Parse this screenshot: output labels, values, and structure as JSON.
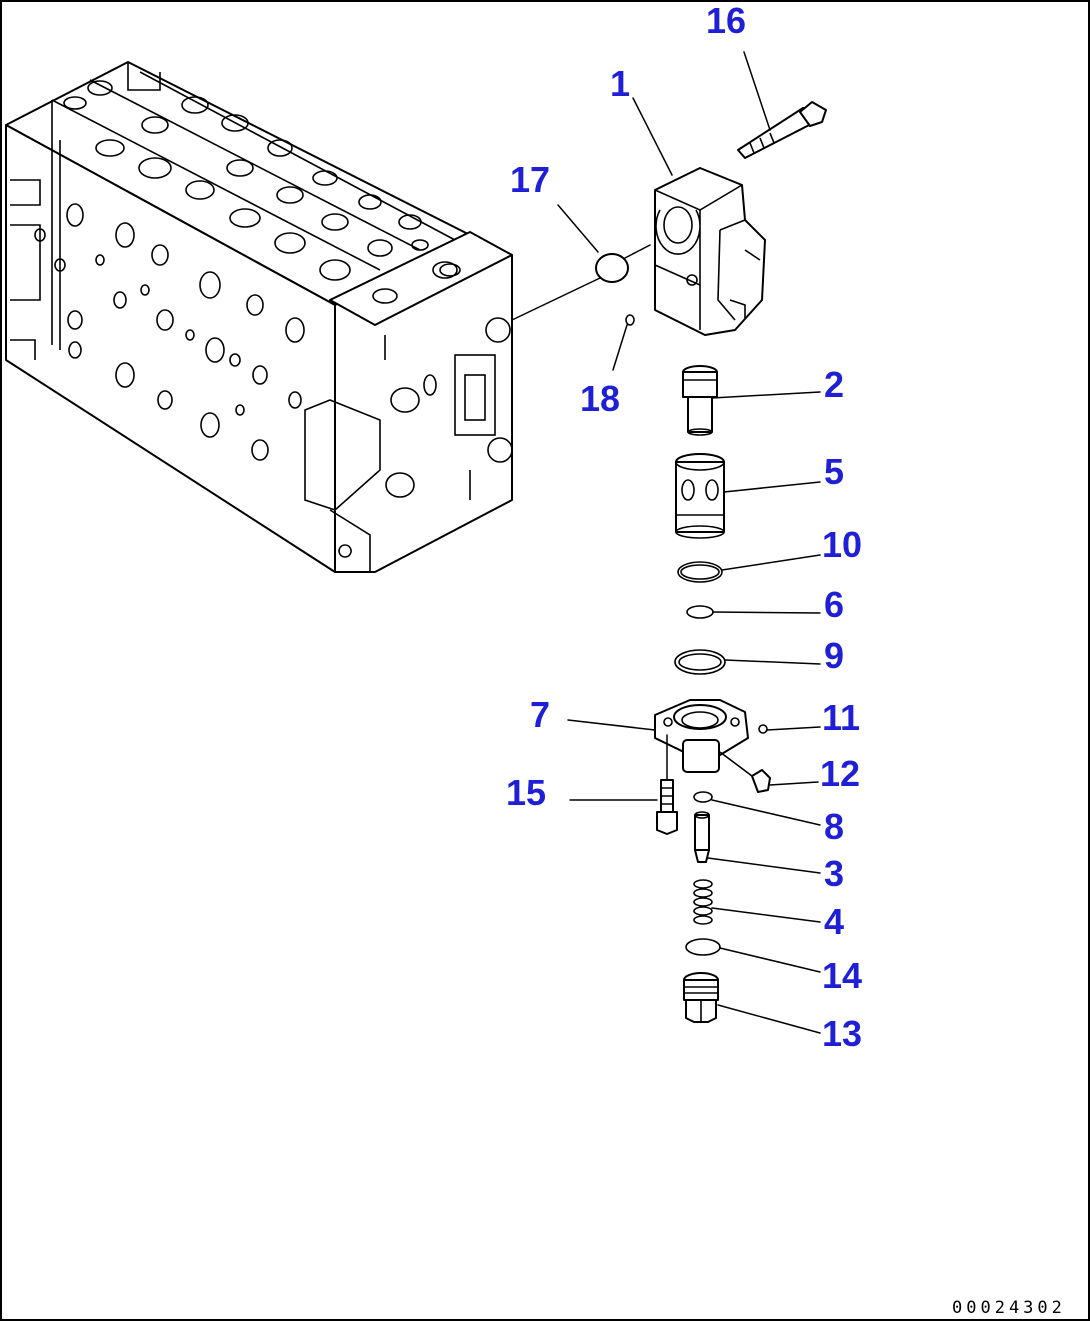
{
  "diagram": {
    "callouts": [
      {
        "id": "c16",
        "label": "16"
      },
      {
        "id": "c1",
        "label": "1"
      },
      {
        "id": "c17",
        "label": "17"
      },
      {
        "id": "c18",
        "label": "18"
      },
      {
        "id": "c2",
        "label": "2"
      },
      {
        "id": "c5",
        "label": "5"
      },
      {
        "id": "c10",
        "label": "10"
      },
      {
        "id": "c6",
        "label": "6"
      },
      {
        "id": "c9",
        "label": "9"
      },
      {
        "id": "c7",
        "label": "7"
      },
      {
        "id": "c11",
        "label": "11"
      },
      {
        "id": "c12",
        "label": "12"
      },
      {
        "id": "c15",
        "label": "15"
      },
      {
        "id": "c8",
        "label": "8"
      },
      {
        "id": "c3",
        "label": "3"
      },
      {
        "id": "c4",
        "label": "4"
      },
      {
        "id": "c14",
        "label": "14"
      },
      {
        "id": "c13",
        "label": "13"
      }
    ],
    "drawing_number": "00024302",
    "callout_color": "#1f1fd6"
  }
}
